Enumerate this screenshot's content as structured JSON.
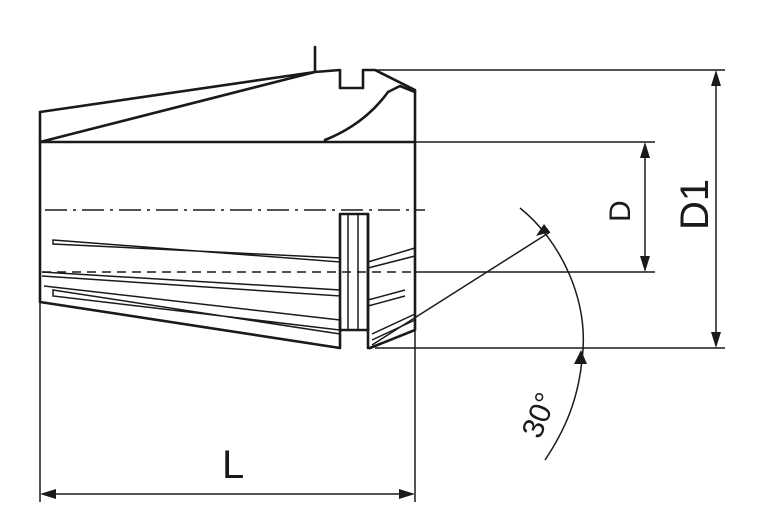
{
  "labels": {
    "length": "L",
    "bore_diameter": "D",
    "outer_diameter": "D1",
    "taper_angle": "30°"
  }
}
